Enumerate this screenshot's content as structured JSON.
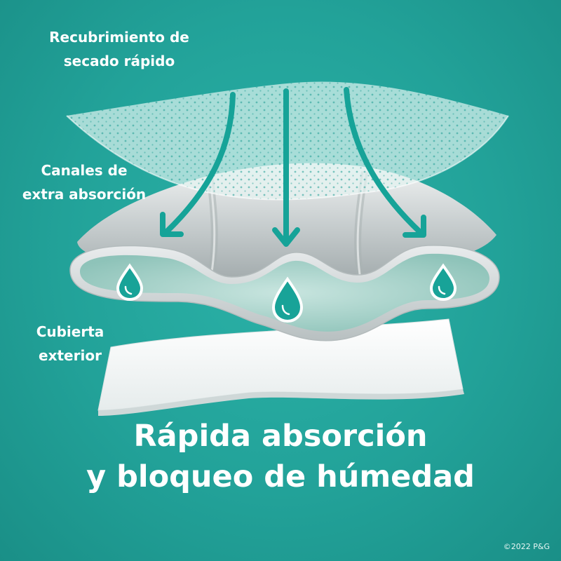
{
  "labels": {
    "top": [
      "Recubrimiento de",
      "secado rápido"
    ],
    "middle": [
      "Canales de",
      "extra absorción"
    ],
    "bottom": [
      "Cubierta",
      "exterior"
    ]
  },
  "headline": {
    "line1": "Rápida absorción",
    "line2": "y bloqueo de húmedad"
  },
  "copyright": "©2022 P&G",
  "colors": {
    "background": "#21a39a",
    "accent_teal": "#1fa79c",
    "text": "#ffffff"
  },
  "icons": [
    "arrow-down-left-icon",
    "arrow-down-icon",
    "arrow-down-right-icon",
    "water-drop-icon"
  ]
}
